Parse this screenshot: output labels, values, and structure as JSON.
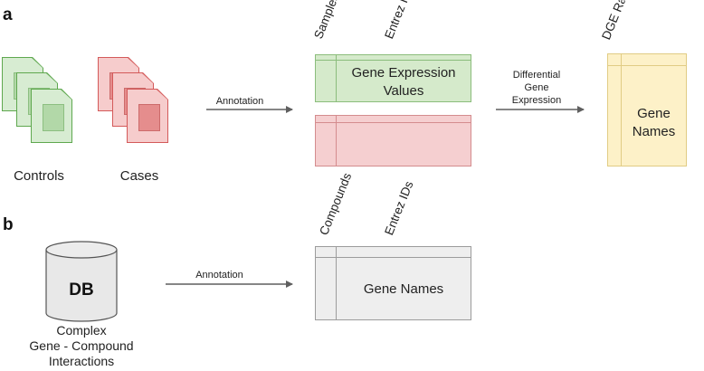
{
  "panel_a": {
    "letter": "a",
    "controls_label": "Controls",
    "cases_label": "Cases",
    "annotation_label": "Annotation",
    "expression_table": {
      "col_header_1": "Samples",
      "col_header_2": "Entrez IDs",
      "body_line_1": "Gene Expression",
      "body_line_2": "Values"
    },
    "dge_label_line_1": "Differential",
    "dge_label_line_2": "Gene",
    "dge_label_line_3": "Expression",
    "rank_table": {
      "col_header": "DGE Rank",
      "body_line_1": "Gene",
      "body_line_2": "Names"
    }
  },
  "panel_b": {
    "letter": "b",
    "db_label": "DB",
    "db_caption_line_1": "Complex",
    "db_caption_line_2": "Gene - Compound",
    "db_caption_line_3": "Interactions",
    "annotation_label": "Annotation",
    "compound_table": {
      "col_header_1": "Compounds",
      "col_header_2": "Entrez IDs",
      "body": "Gene Names"
    }
  },
  "colors": {
    "controls": "#5fa84f",
    "cases": "#d45a5a",
    "expression_table": "#d5eacb",
    "case_table": "#f5cfd0",
    "rank_table": "#fdf1c8",
    "compound_table": "#eeeeee",
    "arrow": "#5f5f5f"
  }
}
